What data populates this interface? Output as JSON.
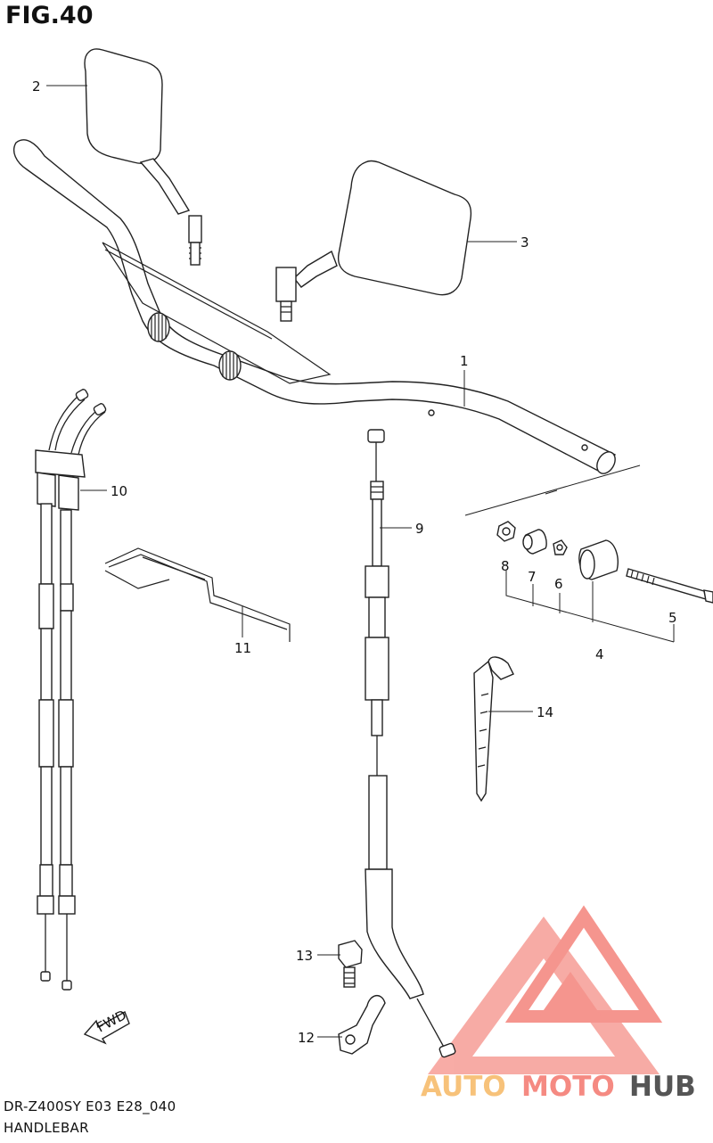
{
  "figure": {
    "title": "FIG.40",
    "model_code": "DR-Z400SY E03 E28_040",
    "section_name": "HANDLEBAR",
    "direction_tag": "FWD"
  },
  "callouts": [
    {
      "id": "1"
    },
    {
      "id": "2"
    },
    {
      "id": "3"
    },
    {
      "id": "4"
    },
    {
      "id": "5"
    },
    {
      "id": "6"
    },
    {
      "id": "7"
    },
    {
      "id": "8"
    },
    {
      "id": "9"
    },
    {
      "id": "10"
    },
    {
      "id": "11"
    },
    {
      "id": "12"
    },
    {
      "id": "13"
    },
    {
      "id": "14"
    }
  ],
  "watermark": {
    "word_1": "AUTO",
    "word_2": "MOTO",
    "word_3": "HUB",
    "color_primary": "#f58a82",
    "color_secondary": "#f7c27a",
    "color_tertiary": "#555555"
  }
}
